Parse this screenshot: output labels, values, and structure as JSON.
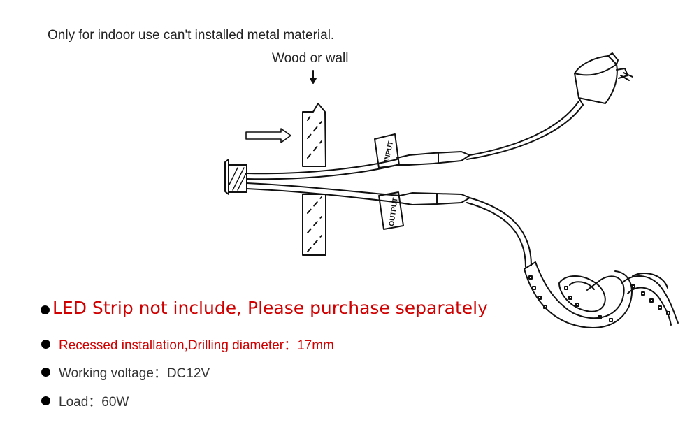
{
  "header": {
    "note": "Only for indoor use can't installed metal material.",
    "surface_label": "Wood or wall"
  },
  "diagram": {
    "input_tag": "INPUT",
    "output_tag": "OUTPUT"
  },
  "bullets": [
    {
      "text": "LED Strip  not include, Please purchase separately",
      "color": "#d00000"
    },
    {
      "text": "Recessed installation,Drilling diameter：17mm",
      "color": "#d00000"
    },
    {
      "text": "Working voltage：DC12V",
      "color": "#333333"
    },
    {
      "text": "Load：60W",
      "color": "#333333"
    }
  ]
}
